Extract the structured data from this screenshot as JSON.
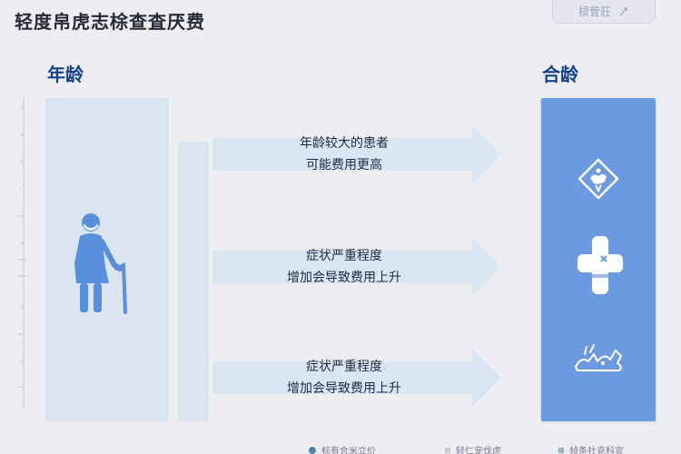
{
  "header": {
    "title": "轻度帛虎志梌查査厌费",
    "search_button": "棂菅莊"
  },
  "left_column": {
    "title": "年龄"
  },
  "right_column": {
    "title": "合龄"
  },
  "factors": [
    {
      "line1": "年龄较大的患者",
      "line2": "可能费用更高"
    },
    {
      "line1": "症状严重程度",
      "line2": "增加会导致费用上升"
    },
    {
      "line1": "症状严重程度",
      "line2": "增加会导致费用上升"
    }
  ],
  "result_icons": [
    "diamond-hand-icon",
    "medical-cross-icon",
    "deer-icon"
  ],
  "legend": [
    {
      "label": "标有合米立价",
      "icon": "dot",
      "color": "#5d7fae"
    },
    {
      "label": "轻仁宠伐虎",
      "icon": "square",
      "color": "#c5cdd8"
    },
    {
      "label": "帧条社克科宜",
      "icon": "square",
      "color": "#9fb0c7"
    }
  ],
  "colors": {
    "accent_dark": "#163f8a",
    "result_panel": "#6c9ae0",
    "arrow_fill": "#dbe6f3",
    "age_panel": "#dbe5f2"
  }
}
